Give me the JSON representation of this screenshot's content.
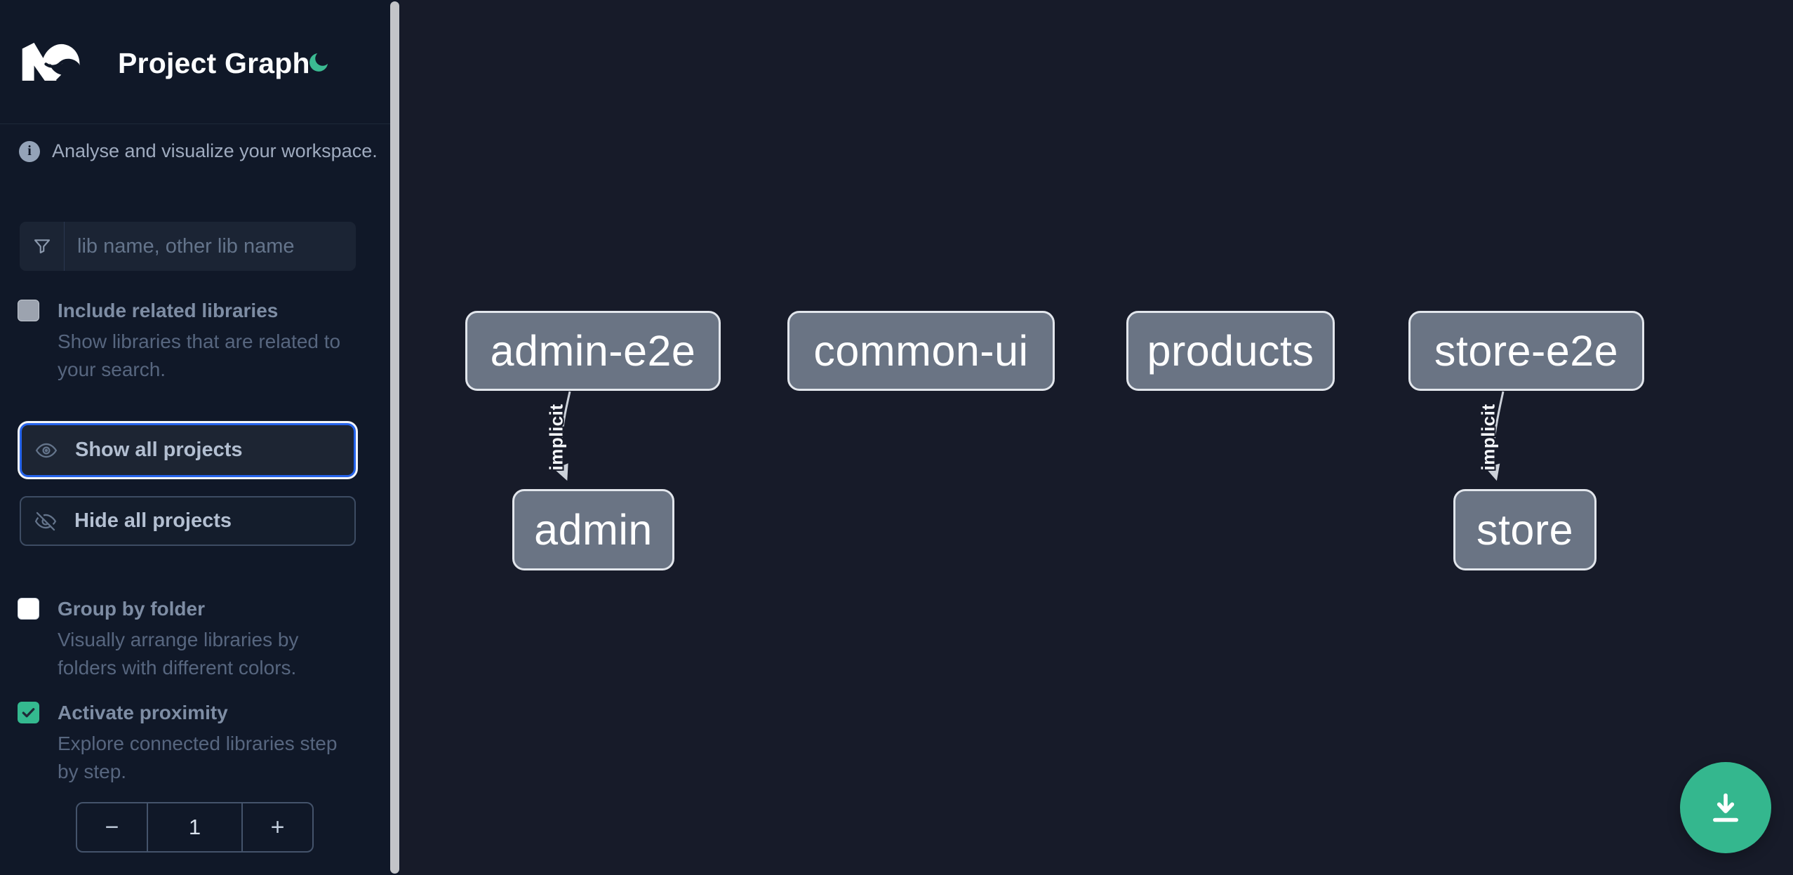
{
  "header": {
    "title": "Project Graph",
    "logo": "nx-logo",
    "theme_icon": "moon-icon"
  },
  "sidebar": {
    "info_text": "Analyse and visualize your workspace.",
    "filter_placeholder": "lib name, other lib name",
    "include_related": {
      "label": "Include related libraries",
      "description": "Show libraries that are related to your search.",
      "checked": false,
      "disabled": true
    },
    "show_all_label": "Show all projects",
    "hide_all_label": "Hide all projects",
    "group_by_folder": {
      "label": "Group by folder",
      "description": "Visually arrange libraries by folders with different colors.",
      "checked": false
    },
    "activate_proximity": {
      "label": "Activate proximity",
      "description": "Explore connected libraries step by step.",
      "checked": true
    },
    "stepper": {
      "decrement": "−",
      "value": "1",
      "increment": "+"
    }
  },
  "graph": {
    "nodes": [
      {
        "id": "admin-e2e",
        "label": "admin-e2e"
      },
      {
        "id": "common-ui",
        "label": "common-ui"
      },
      {
        "id": "products",
        "label": "products"
      },
      {
        "id": "store-e2e",
        "label": "store-e2e"
      },
      {
        "id": "admin",
        "label": "admin"
      },
      {
        "id": "store",
        "label": "store"
      }
    ],
    "edges": [
      {
        "from": "admin-e2e",
        "to": "admin",
        "label": "implicit"
      },
      {
        "from": "store-e2e",
        "to": "store",
        "label": "implicit"
      }
    ]
  },
  "icons": {
    "theme_toggle": "moon-icon",
    "filter": "funnel-icon",
    "show_all": "eye-icon",
    "hide_all": "eye-slash-icon",
    "info": "info-icon",
    "export": "download-icon",
    "logo": "nx-logo"
  },
  "colors": {
    "accent_green": "#34b78e",
    "focus_ring_blue": "#2563eb",
    "sidebar_bg": "#101828",
    "canvas_bg": "#171b29",
    "node_fill": "#6a7484",
    "node_border": "#e2e6ec",
    "edge_color": "#ccd1d9"
  }
}
